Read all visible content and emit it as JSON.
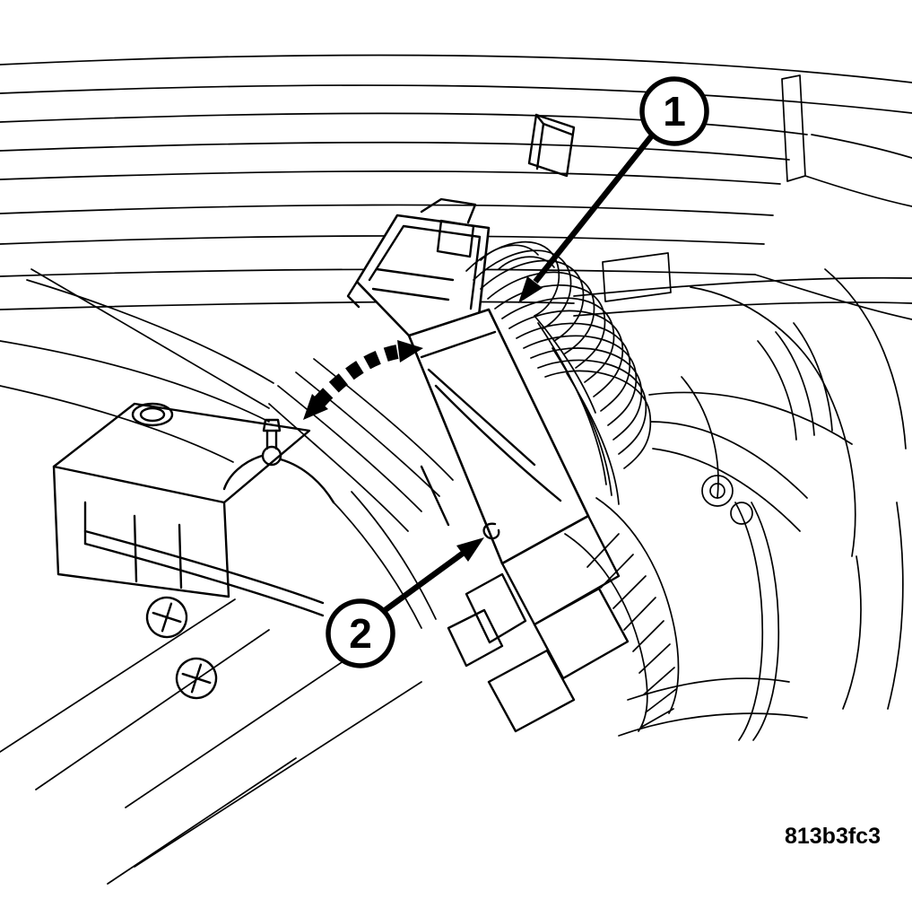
{
  "figure": {
    "code": "813b3fc3",
    "background_color": "#ffffff",
    "ink_color": "#000000",
    "kind": "line-art-service-illustration"
  },
  "callouts": [
    {
      "label": "1",
      "points_to": "harness-connector-wires"
    },
    {
      "label": "2",
      "points_to": "connector-release-lever"
    }
  ],
  "annotations": {
    "rotation_arrow": "lever-rotation-direction"
  }
}
